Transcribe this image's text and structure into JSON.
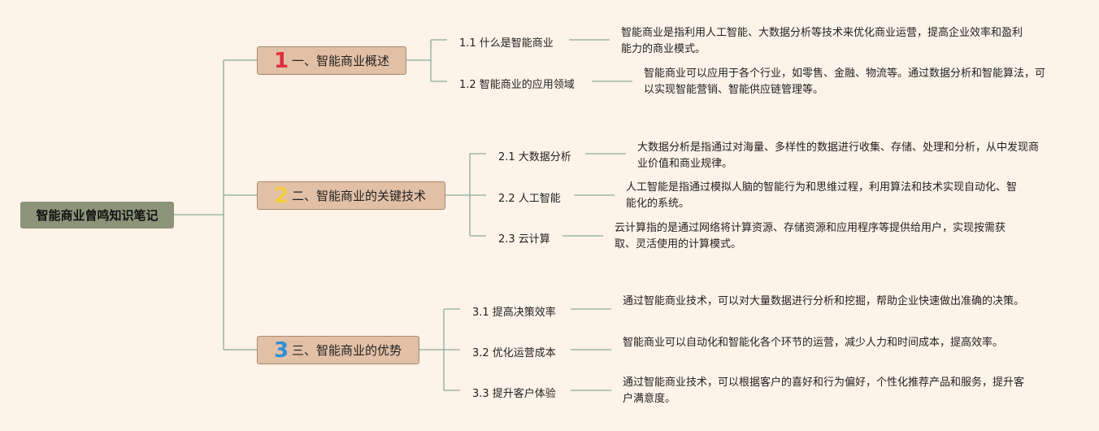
{
  "root": {
    "title": "智能商业曾鸣知识笔记"
  },
  "sections": [
    {
      "number": "1",
      "number_color": "#e0303a",
      "title": "一、智能商业概述",
      "items": [
        {
          "label": "1.1 什么是智能商业",
          "desc": "智能商业是指利用人工智能、大数据分析等技术来优化商业运营，提高企业效率和盈利能力的商业模式。"
        },
        {
          "label": "1.2 智能商业的应用领域",
          "desc": "智能商业可以应用于各个行业，如零售、金融、物流等。通过数据分析和智能算法，可以实现智能营销、智能供应链管理等。"
        }
      ]
    },
    {
      "number": "2",
      "number_color": "#f2cf3f",
      "title": "二、智能商业的关键技术",
      "items": [
        {
          "label": "2.1 大数据分析",
          "desc": "大数据分析是指通过对海量、多样性的数据进行收集、存储、处理和分析，从中发现商业价值和商业规律。"
        },
        {
          "label": "2.2 人工智能",
          "desc": "人工智能是指通过模拟人脑的智能行为和思维过程，利用算法和技术实现自动化、智能化的系统。"
        },
        {
          "label": "2.3 云计算",
          "desc": "云计算指的是通过网络将计算资源、存储资源和应用程序等提供给用户，实现按需获取、灵活使用的计算模式。"
        }
      ]
    },
    {
      "number": "3",
      "number_color": "#2f8fd6",
      "title": "三、智能商业的优势",
      "items": [
        {
          "label": "3.1 提高决策效率",
          "desc": "通过智能商业技术，可以对大量数据进行分析和挖掘，帮助企业快速做出准确的决策。"
        },
        {
          "label": "3.2 优化运营成本",
          "desc": "智能商业可以自动化和智能化各个环节的运营，减少人力和时间成本，提高效率。"
        },
        {
          "label": "3.3 提升客户体验",
          "desc": "通过智能商业技术，可以根据客户的喜好和行为偏好，个性化推荐产品和服务，提升客户满意度。"
        }
      ]
    }
  ],
  "colors": {
    "line": "#8aab9a",
    "root_bg": "#8c9479",
    "section_bg": "#e2c0a6"
  }
}
